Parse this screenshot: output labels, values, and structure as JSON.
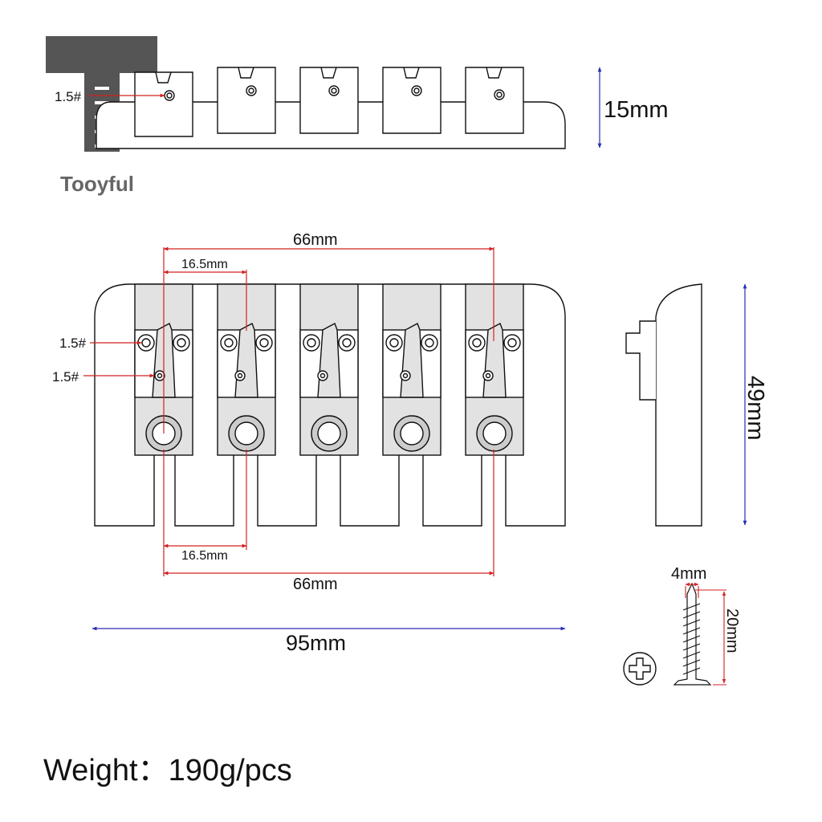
{
  "brand": {
    "name": "Tooyful"
  },
  "top_view": {
    "screw_label": "1.5#",
    "height_label": "15mm"
  },
  "main_view": {
    "top_span_label": "66mm",
    "top_spacing_label": "16.5mm",
    "screw_label_upper": "1.5#",
    "screw_label_lower": "1.5#",
    "bottom_spacing_label": "16.5mm",
    "bottom_span_label": "66mm",
    "width_label": "95mm"
  },
  "side_view": {
    "height_label": "49mm"
  },
  "screw": {
    "diameter_label": "4mm",
    "length_label": "20mm"
  },
  "weight_text": "Weight：190g/pcs",
  "colors": {
    "dimension_red": "#d42020",
    "dimension_blue": "#2b2bb0",
    "outline": "#111111",
    "saddle_gray": "#e2e2e2"
  }
}
